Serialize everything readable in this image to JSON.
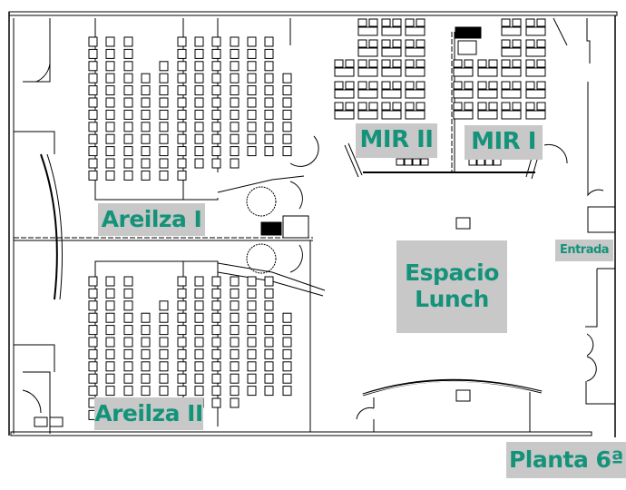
{
  "title": "Planta 6ª",
  "rooms": {
    "areilza_1": "Areilza I",
    "areilza_2": "Areilza II",
    "mir_2": "MIR II",
    "mir_1": "MIR I",
    "lunch_line1": "Espacio",
    "lunch_line2": "Lunch",
    "entrance": "Entrada"
  },
  "colors": {
    "label_text": "#14937a",
    "label_bg": "#c8c8c8",
    "lines": "#000000"
  }
}
